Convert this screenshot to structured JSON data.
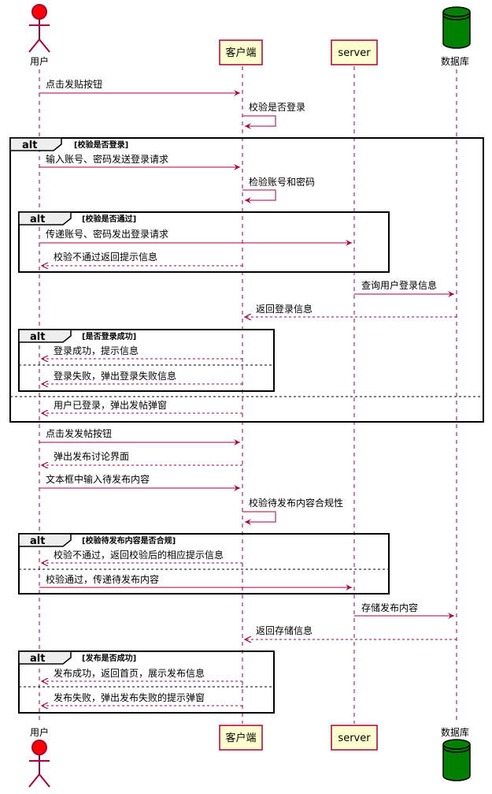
{
  "participants": {
    "user": "用户",
    "client": "客户端",
    "server": "server",
    "db": "数据库"
  },
  "messages": [
    {
      "text": "点击发贴按钮",
      "from": "user",
      "to": "client",
      "kind": "sync"
    },
    {
      "text": "校验是否登录",
      "from": "client",
      "to": "client",
      "kind": "self"
    },
    {
      "text": "输入账号、密码发送登录请求",
      "from": "user",
      "to": "client",
      "kind": "sync"
    },
    {
      "text": "检验账号和密码",
      "from": "client",
      "to": "client",
      "kind": "self"
    },
    {
      "text": "传递账号、密码发出登录请求",
      "from": "user",
      "to": "server",
      "kind": "sync"
    },
    {
      "text": "校验不通过返回提示信息",
      "from": "client",
      "to": "user",
      "kind": "reply"
    },
    {
      "text": "查询用户登录信息",
      "from": "server",
      "to": "db",
      "kind": "sync"
    },
    {
      "text": "返回登录信息",
      "from": "db",
      "to": "client",
      "kind": "reply"
    },
    {
      "text": "登录成功，提示信息",
      "from": "client",
      "to": "user",
      "kind": "reply"
    },
    {
      "text": "登录失败，弹出登录失败信息",
      "from": "client",
      "to": "user",
      "kind": "reply"
    },
    {
      "text": "用户已登录，弹出发帖弹窗",
      "from": "client",
      "to": "user",
      "kind": "reply"
    },
    {
      "text": "点击发发帖按钮",
      "from": "user",
      "to": "client",
      "kind": "sync"
    },
    {
      "text": "弹出发布讨论界面",
      "from": "client",
      "to": "user",
      "kind": "reply"
    },
    {
      "text": "文本框中输入待发布内容",
      "from": "user",
      "to": "client",
      "kind": "sync"
    },
    {
      "text": "校验待发布内容合规性",
      "from": "client",
      "to": "client",
      "kind": "self"
    },
    {
      "text": "校验不通过，返回校验后的相应提示信息",
      "from": "client",
      "to": "user",
      "kind": "reply"
    },
    {
      "text": "校验通过，传递待发布内容",
      "from": "user",
      "to": "server",
      "kind": "sync"
    },
    {
      "text": "存储发布内容",
      "from": "server",
      "to": "db",
      "kind": "sync"
    },
    {
      "text": "返回存储信息",
      "from": "db",
      "to": "client",
      "kind": "reply"
    },
    {
      "text": "发布成功，返回首页，展示发布信息",
      "from": "client",
      "to": "user",
      "kind": "reply"
    },
    {
      "text": "发布失败，弹出发布失败的提示弹窗",
      "from": "client",
      "to": "user",
      "kind": "reply"
    }
  ],
  "frames": [
    {
      "keyword": "alt",
      "condition": "[校验是否登录]"
    },
    {
      "keyword": "alt",
      "condition": "[校验是否通过]"
    },
    {
      "keyword": "alt",
      "condition": "[是否登录成功]"
    },
    {
      "keyword": "alt",
      "condition": "[校验待发布内容是否合规]"
    },
    {
      "keyword": "alt",
      "condition": "[发布是否成功]"
    }
  ],
  "colors": {
    "actor_fill": "#ff0000",
    "db_fill": "#008000",
    "box_fill": "#fefece",
    "box_border": "#a80036",
    "arrow": "#a80036"
  }
}
